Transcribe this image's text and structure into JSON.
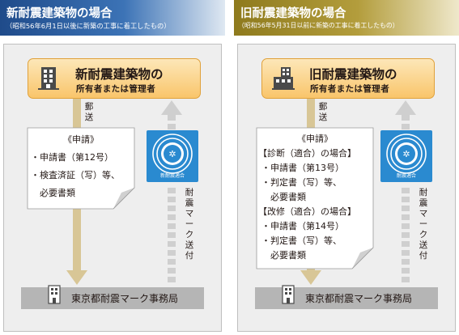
{
  "colors": {
    "new_header": "#2c5e9e",
    "old_header": "#a08a2a",
    "owner_box": "#f9c56b",
    "arrow_down": "#d8c696",
    "arrow_up": "#cfcfcf",
    "seal": "#2a8ad0",
    "office_bar": "#b5b5b5"
  },
  "icons": [
    "building-icon",
    "house-icon",
    "office-building-icon",
    "seismic-mark-seal-icon"
  ],
  "panels": [
    {
      "header": {
        "title": "新耐震建築物の場合",
        "subtitle": "（昭和56年6月1日以後に新築の工事に着工したもの）"
      },
      "owner": {
        "line1": "新耐震建築物の",
        "line2": "所有者または管理者"
      },
      "mail_label": "郵送",
      "request": {
        "heading": "《申請》",
        "lines": [
          "・申請書（第12号）",
          "・検査済証（写）等、",
          "　必要書類"
        ]
      },
      "mark_label": "耐震マーク送付",
      "seal_text": "新耐震適合",
      "office": "東京都耐震マーク事務局"
    },
    {
      "header": {
        "title": "旧耐震建築物の場合",
        "subtitle": "（昭和56年5月31日以前に新築の工事に着工したもの）"
      },
      "owner": {
        "line1": "旧耐震建築物の",
        "line2": "所有者または管理者"
      },
      "mail_label": "郵送",
      "request": {
        "heading": "《申請》",
        "lines": [
          "【診断（適合）の場合】",
          "・申請書（第13号）",
          "・判定書（写）等、",
          "　必要書類",
          "【改修（適合）の場合】",
          "・申請書（第14号）",
          "・判定書（写）等、",
          "　必要書類"
        ]
      },
      "mark_label": "耐震マーク送付",
      "seal_text": "耐震適合",
      "office": "東京都耐震マーク事務局"
    }
  ]
}
